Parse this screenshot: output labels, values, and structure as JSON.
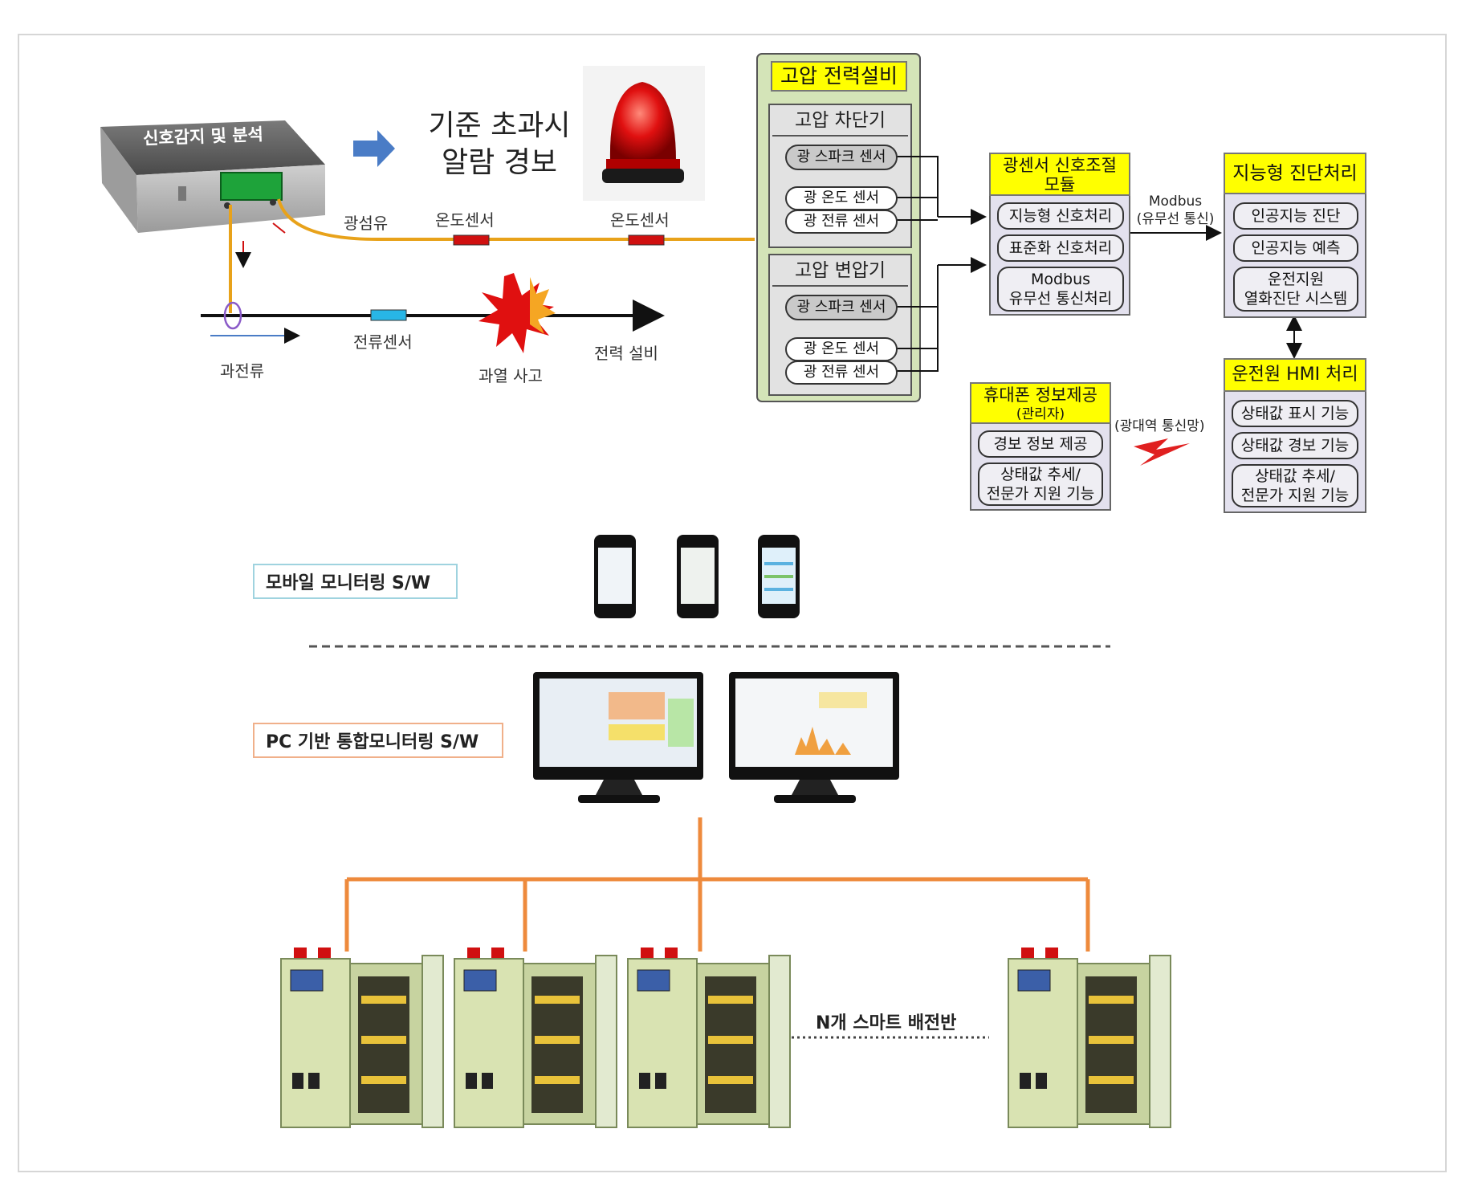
{
  "signal_device": {
    "title": "신호감지 및 분석"
  },
  "alarm": {
    "text_line1": "기준 초과시",
    "text_line2": "알람 경보"
  },
  "labels": {
    "fiber": "광섬유",
    "temp_sensor_1": "온도센서",
    "temp_sensor_2": "온도센서",
    "current_sensor": "전류센서",
    "overcurrent": "과전류",
    "overheat": "과열 사고",
    "power_equipment": "전력 설비"
  },
  "hv_equipment": {
    "title": "고압 전력설비",
    "breaker": {
      "title": "고압 차단기",
      "sensors": [
        "광 스파크 센서",
        "광 온도 센서",
        "광 전류 센서"
      ]
    },
    "transformer": {
      "title": "고압 변압기",
      "sensors": [
        "광 스파크 센서",
        "광 온도 센서",
        "광 전류 센서"
      ]
    }
  },
  "signal_module": {
    "title_line1": "광센서 신호조절",
    "title_line2": "모듈",
    "items": [
      "지능형 신호처리",
      "표준화 신호처리"
    ],
    "modbus_line1": "Modbus",
    "modbus_line2": "유무선 통신처리"
  },
  "link_modbus": {
    "line1": "Modbus",
    "line2": "(유무선 통신)"
  },
  "diagnosis": {
    "title": "지능형 진단처리",
    "items": [
      "인공지능 진단",
      "인공지능 예측"
    ],
    "last_line1": "운전지원",
    "last_line2": "열화진단 시스템"
  },
  "hmi": {
    "title": "운전원 HMI 처리",
    "items": [
      "상태값 표시 기능",
      "상태값 경보 기능"
    ],
    "last_line1": "상태값 추세/",
    "last_line2": "전문가 지원 기능"
  },
  "mobile_info": {
    "title_line1": "휴대폰 정보제공",
    "title_line2": "(관리자)",
    "items": [
      "경보 정보 제공"
    ],
    "last_line1": "상태값 추세/",
    "last_line2": "전문가 지원 기능"
  },
  "link_wide": "(광대역 통신망)",
  "mobile_sw": "모바일 모니터링 S/W",
  "pc_sw": "PC 기반 통합모니터링 S/W",
  "panels_label": "N개 스마트 배전반",
  "colors": {
    "yellow": "#ffff00",
    "orange": "#ee8a3c",
    "fiber": "#e8a21a",
    "panel_green": "#d4e4b8",
    "lavender": "#e3e1ee"
  }
}
